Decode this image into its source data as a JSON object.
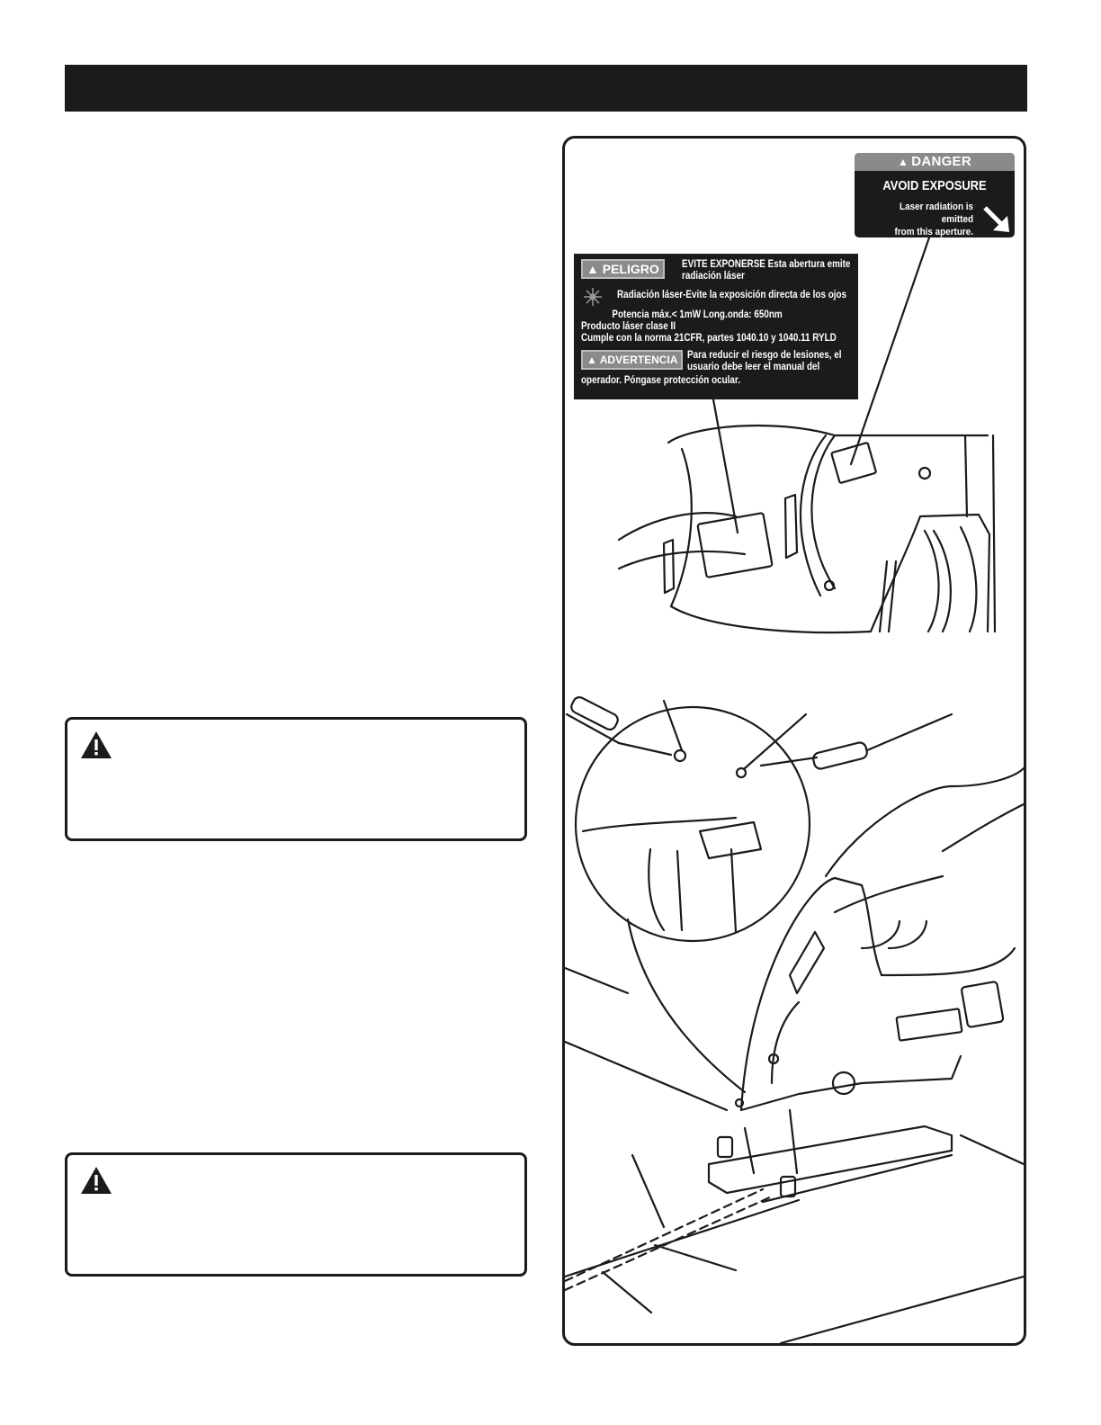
{
  "page": {
    "background": "#ffffff",
    "ink": "#1b1b1b"
  },
  "danger_label": {
    "heading": "DANGER",
    "title": "AVOID EXPOSURE",
    "line1": "Laser radiation is emitted",
    "line2": "from this aperture."
  },
  "peligro_label": {
    "badge": "PELIGRO",
    "header_line1": "EVITE EXPONERSE  Esta  abertura emite",
    "header_line2": "radiación láser",
    "radiation_line": "Radiación láser-Evite la exposición directa de los ojos",
    "power_line": "Potencia máx.< 1mW Long.onda: 650nm",
    "class_line": "Producto láser clase II",
    "norm_line": "Cumple con la norma 21CFR, partes 1040.10 y 1040.11    RYLD",
    "warning_badge": "ADVERTENCIA",
    "warning_line1": "Para  reducir  el  riesgo  de  lesiones,  el",
    "warning_line2": "usuario   debe   leer   el   manual   del",
    "warning_line3": "operador. Póngase protección ocular."
  },
  "icons": [
    "warning-triangle-icon",
    "warning-triangle-icon",
    "laser-starburst-icon",
    "aperture-arrow-icon"
  ]
}
